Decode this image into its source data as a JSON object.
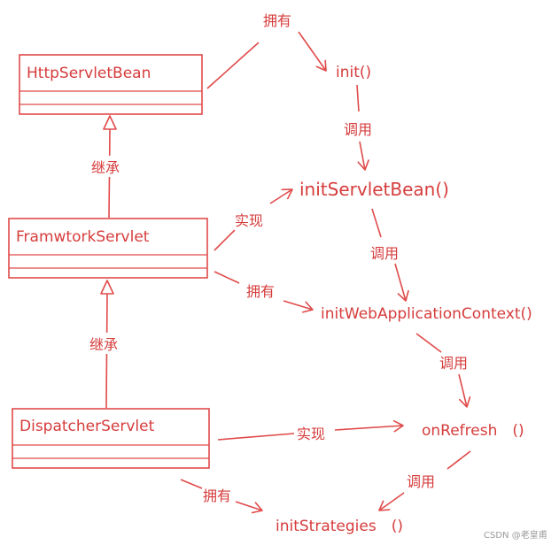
{
  "classes": {
    "http_servlet_bean": "HttpServletBean",
    "framework_servlet": "FramwtorkServlet",
    "dispatcher_servlet": "DispatcherServlet"
  },
  "methods": {
    "init": "init()",
    "init_servlet_bean": "initServletBean()",
    "init_web_application_context": "initWebApplicationContext()",
    "on_refresh": "onRefresh　()",
    "init_strategies": "initStrategies　()"
  },
  "edge_labels": {
    "own_1": "拥有",
    "call_1": "调用",
    "inherit_1": "继承",
    "implement_1": "实现",
    "call_2": "调用",
    "own_2": "拥有",
    "inherit_2": "继承",
    "call_3": "调用",
    "implement_2": "实现",
    "own_3": "拥有",
    "call_4": "调用"
  },
  "watermark": "CSDN @老皇甫",
  "colors": {
    "line": "#e04a4a",
    "text": "#d63c3c",
    "watermark": "#9a9a9a"
  }
}
